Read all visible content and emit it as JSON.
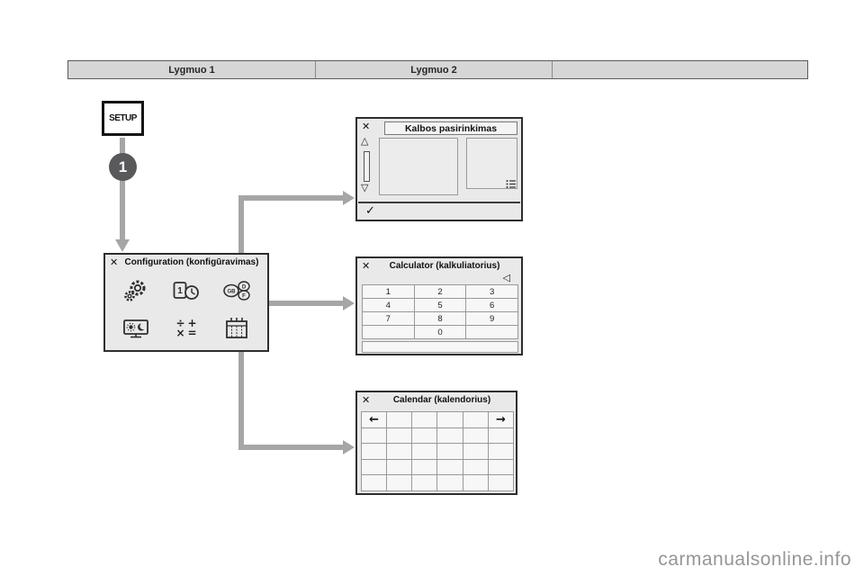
{
  "header": {
    "levels": [
      "Lygmuo 1",
      "Lygmuo 2",
      ""
    ]
  },
  "setup": {
    "label": "SETUP",
    "step": "1"
  },
  "config_panel": {
    "close": "✕",
    "title": "Configuration (konfigūravimas)",
    "icons": {
      "date_time": "1",
      "languages": [
        "GB",
        "D",
        "F"
      ],
      "calculator": [
        "÷",
        "+",
        "×",
        "="
      ]
    }
  },
  "language_panel": {
    "close": "✕",
    "title": "Kalbos pasirinkimas",
    "scroll_up": "△",
    "scroll_down": "▽",
    "confirm": "✓"
  },
  "calculator_panel": {
    "close": "✕",
    "title": "Calculator (kalkuliatorius)",
    "backspace": "◁",
    "keys": [
      [
        "1",
        "2",
        "3"
      ],
      [
        "4",
        "5",
        "6"
      ],
      [
        "7",
        "8",
        "9"
      ],
      [
        "",
        "0",
        ""
      ]
    ]
  },
  "calendar_panel": {
    "close": "✕",
    "title": "Calendar (kalendorius)",
    "prev": "←",
    "next": "→"
  },
  "watermark": "carmanualsonline.info"
}
